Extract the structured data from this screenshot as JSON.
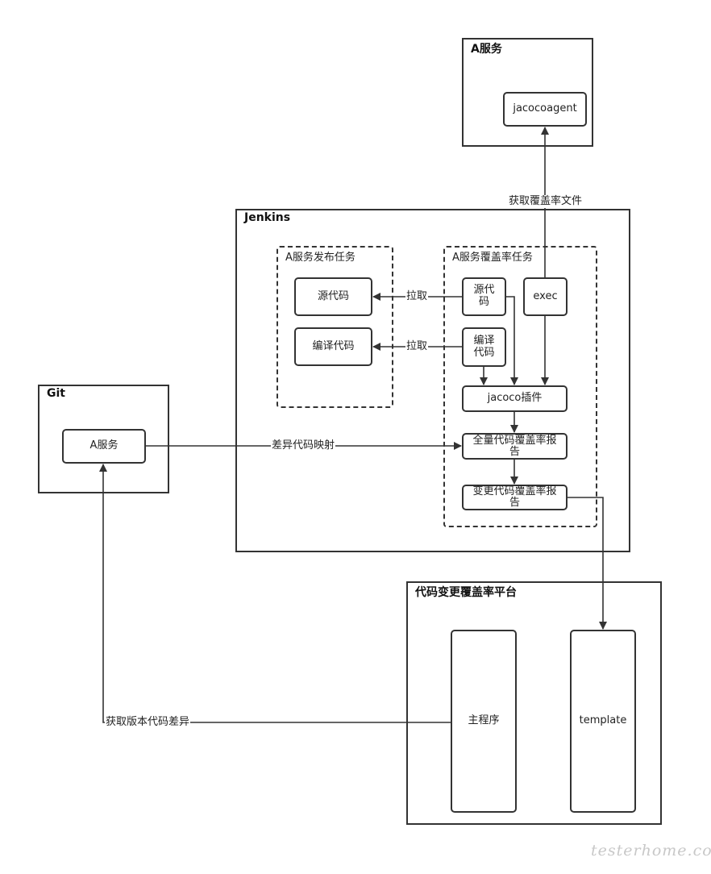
{
  "groups": {
    "service_a": "A服务",
    "jenkins": "Jenkins",
    "git": "Git",
    "platform": "代码变更覆盖率平台"
  },
  "subgroups": {
    "release_task": "A服务发布任务",
    "coverage_task": "A服务覆盖率任务"
  },
  "nodes": {
    "jacocoagent": "jacocoagent",
    "release_source": "源代码",
    "release_compile": "编译代码",
    "cov_source": "源代\n码",
    "cov_compile": "编译\n代码",
    "exec": "exec",
    "jacoco_plugin": "jacoco插件",
    "full_report": "全量代码覆盖率报\n告",
    "diff_report": "变更代码覆盖率报\n告",
    "git_service": "A服务",
    "main_program": "主程序",
    "template": "template"
  },
  "edge_labels": {
    "get_coverage_file": "获取覆盖率文件",
    "pull_source": "拉取",
    "pull_compile": "拉取",
    "diff_mapping": "差异代码映射",
    "get_version_diff": "获取版本代码差异"
  },
  "watermark": "testerhome.com",
  "colors": {
    "stroke": "#333333",
    "background": "#ffffff",
    "watermark": "#c8c8c8"
  }
}
